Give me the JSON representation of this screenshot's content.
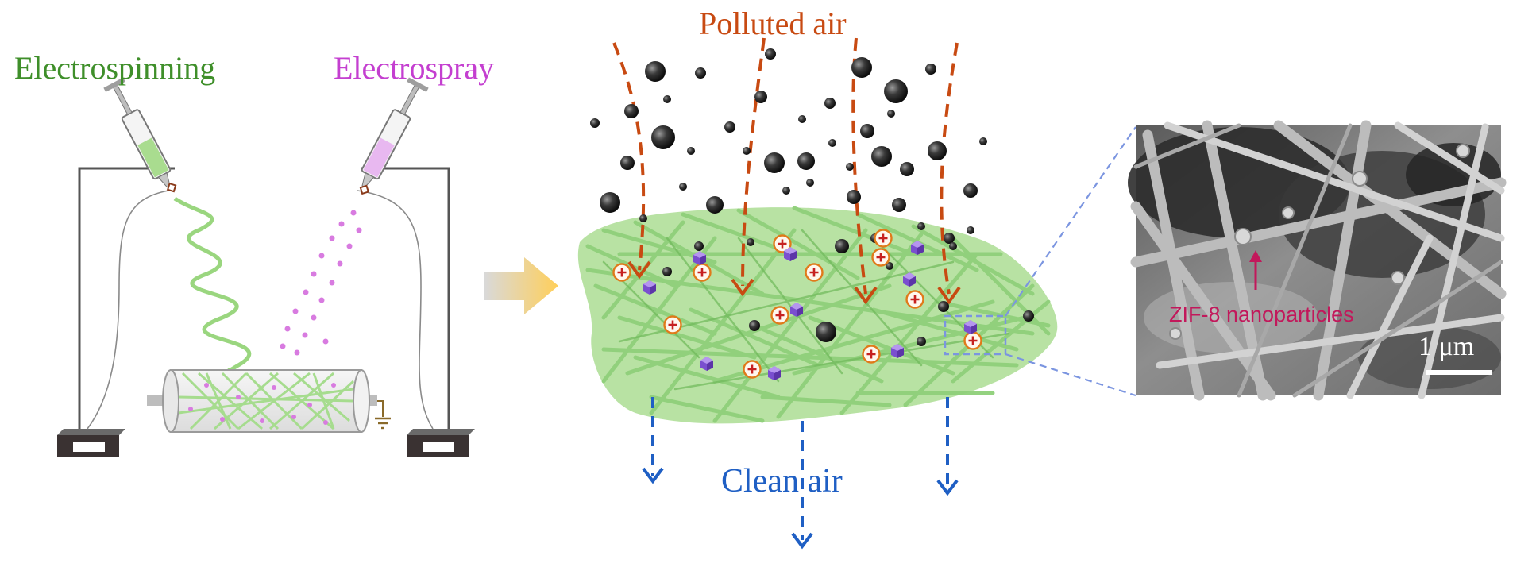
{
  "labels": {
    "electrospinning": "Electrospinning",
    "electrospray": "Electrospray",
    "polluted_air": "Polluted air",
    "clean_air": "Clean air",
    "zif8": "ZIF-8 nanoparticles",
    "scale_bar": "1 μm"
  },
  "colors": {
    "spin_green": "#3f8f2a",
    "spray_magenta": "#c43fd0",
    "polluted_orange": "#c84a12",
    "clean_blue": "#1f5fc4",
    "zif_crimson": "#c2185b",
    "fiber_green": "#8fd07a",
    "particle_dark": "#2a2a2a",
    "charge_ring": "#e07a1a",
    "zif_crystal": "#8a5ad6"
  },
  "icons": {
    "syringe_left": "syringe-icon",
    "syringe_right": "syringe-icon",
    "ground": "ground-symbol-icon",
    "charge": "positive-charge-icon",
    "crystal": "zif8-crystal-icon"
  }
}
